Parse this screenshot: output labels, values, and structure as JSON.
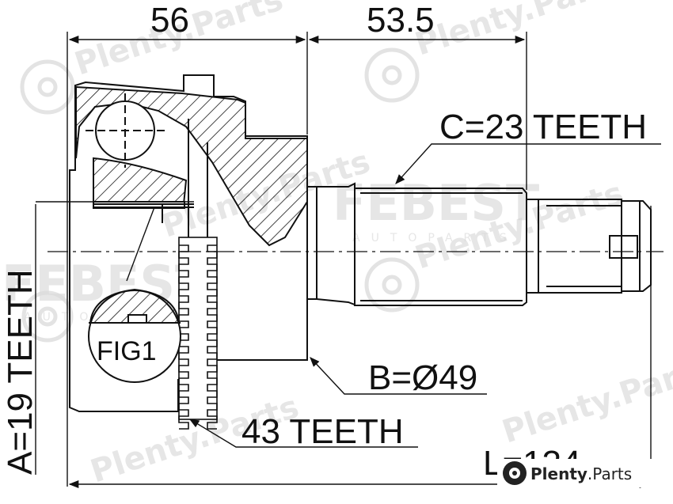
{
  "dimensions": {
    "left_length": "56",
    "right_length": "53.5",
    "spline_c": "C=23 TEETH",
    "diameter_b": "B=Ø49",
    "abs_ring": "43 TEETH",
    "spline_a": "A=19 TEETH",
    "overall_length": "L=134"
  },
  "figure_label": "FIG1",
  "watermarks": {
    "brand": "Plenty.Parts",
    "fixed_brand": "FEBEST",
    "fixed_sub": "AUTOPARTS"
  },
  "logo": {
    "word": "Plenty",
    "suffix": ".Parts"
  },
  "colors": {
    "line": "#111111",
    "watermark": "#d2d2d2",
    "background": "#ffffff"
  }
}
